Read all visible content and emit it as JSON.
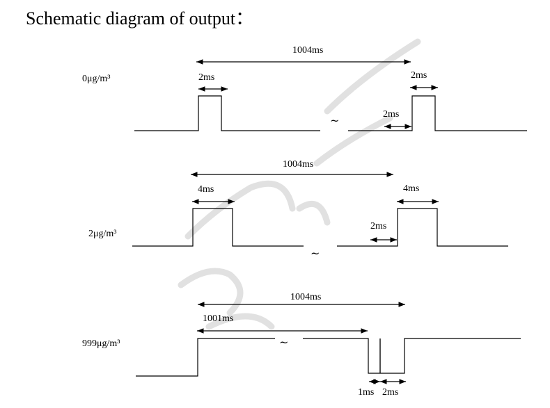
{
  "title": "Schematic diagram of output：",
  "rows": [
    {
      "concentration": "0μg/m³",
      "period": "1004ms",
      "first_pulse_width": "2ms",
      "second_pulse_width": "2ms",
      "gap": "2ms"
    },
    {
      "concentration": "2μg/m³",
      "period": "1004ms",
      "first_pulse_width": "4ms",
      "second_pulse_width": "4ms",
      "gap": "2ms"
    },
    {
      "concentration": "999μg/m³",
      "period": "1004ms",
      "high_duration": "1001ms",
      "low_a": "1ms",
      "low_b": "2ms"
    }
  ],
  "break_symbol": "~"
}
